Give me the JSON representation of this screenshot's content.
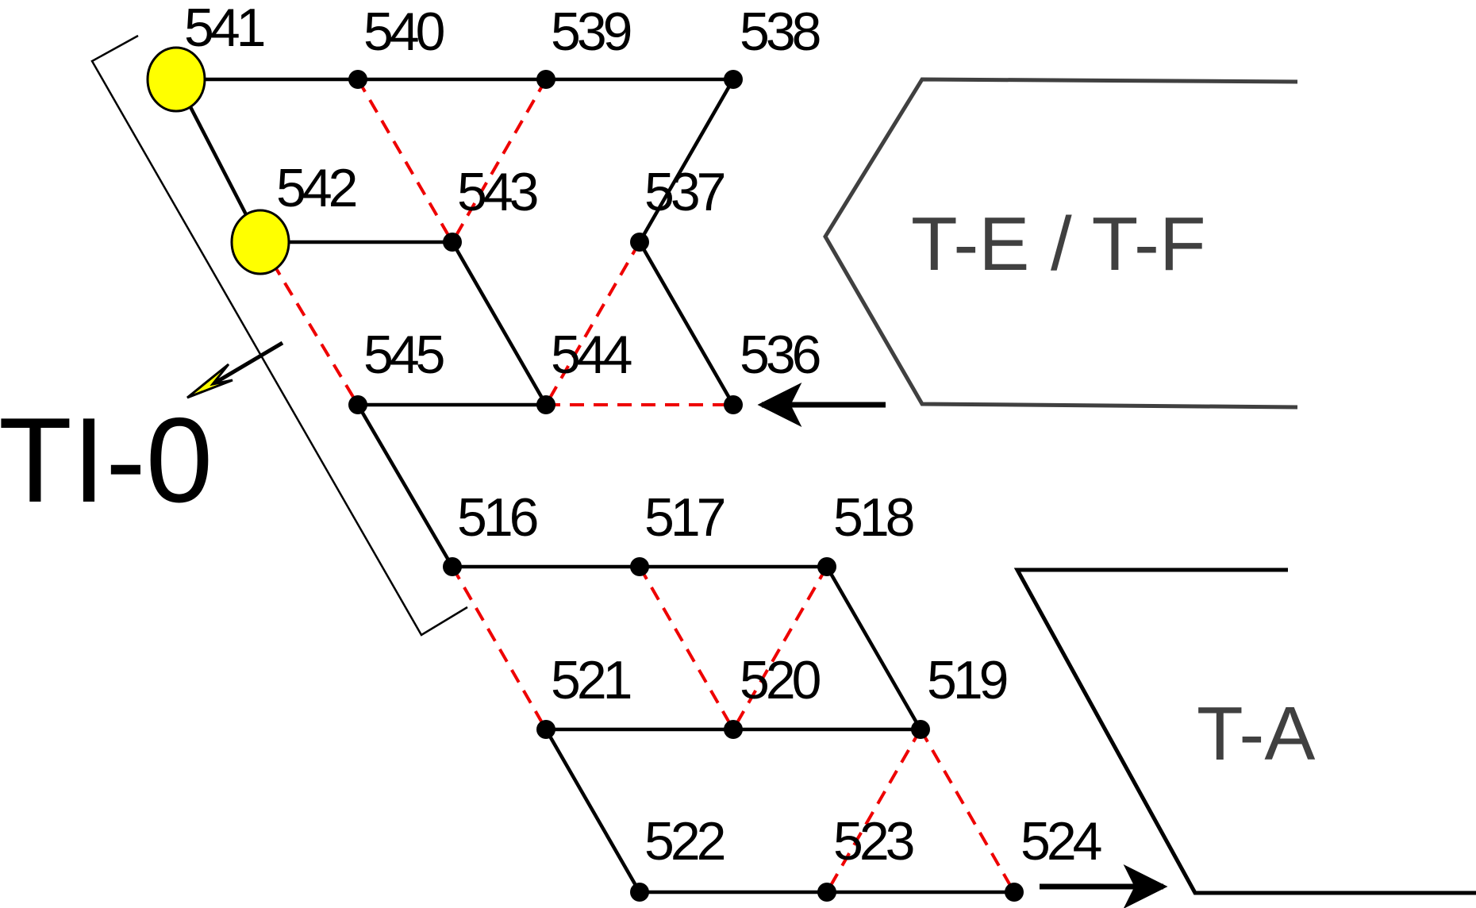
{
  "diagram": {
    "nodes": [
      {
        "id": "541",
        "label": "541",
        "highlight": true
      },
      {
        "id": "540",
        "label": "540"
      },
      {
        "id": "539",
        "label": "539"
      },
      {
        "id": "538",
        "label": "538"
      },
      {
        "id": "542",
        "label": "542",
        "highlight": true
      },
      {
        "id": "543",
        "label": "543"
      },
      {
        "id": "537",
        "label": "537"
      },
      {
        "id": "545",
        "label": "545"
      },
      {
        "id": "544",
        "label": "544"
      },
      {
        "id": "536",
        "label": "536"
      },
      {
        "id": "516",
        "label": "516"
      },
      {
        "id": "517",
        "label": "517"
      },
      {
        "id": "518",
        "label": "518"
      },
      {
        "id": "521",
        "label": "521"
      },
      {
        "id": "520",
        "label": "520"
      },
      {
        "id": "519",
        "label": "519"
      },
      {
        "id": "522",
        "label": "522"
      },
      {
        "id": "523",
        "label": "523"
      },
      {
        "id": "524",
        "label": "524"
      }
    ],
    "solid_edges": [
      [
        "541",
        "540"
      ],
      [
        "540",
        "539"
      ],
      [
        "539",
        "538"
      ],
      [
        "541",
        "542"
      ],
      [
        "538",
        "537"
      ],
      [
        "542",
        "543"
      ],
      [
        "543",
        "544"
      ],
      [
        "537",
        "536"
      ],
      [
        "545",
        "544"
      ],
      [
        "545",
        "516"
      ],
      [
        "516",
        "517"
      ],
      [
        "517",
        "518"
      ],
      [
        "518",
        "519"
      ],
      [
        "521",
        "520"
      ],
      [
        "520",
        "519"
      ],
      [
        "521",
        "522"
      ],
      [
        "522",
        "523"
      ],
      [
        "523",
        "524"
      ]
    ],
    "dashed_edges": [
      [
        "540",
        "543"
      ],
      [
        "539",
        "543"
      ],
      [
        "537",
        "544"
      ],
      [
        "544",
        "536"
      ],
      [
        "542",
        "545"
      ],
      [
        "516",
        "521"
      ],
      [
        "517",
        "520"
      ],
      [
        "518",
        "520"
      ],
      [
        "519",
        "523"
      ],
      [
        "519",
        "524"
      ]
    ],
    "regions": {
      "te_tf": "T-E / T-F",
      "ta": "T-A",
      "tl0": "TI-0"
    },
    "colors": {
      "solid_edge": "#000000",
      "dashed_edge": "#ee0000",
      "highlight_fill": "#ffff00",
      "region_outline": "#404040"
    }
  }
}
